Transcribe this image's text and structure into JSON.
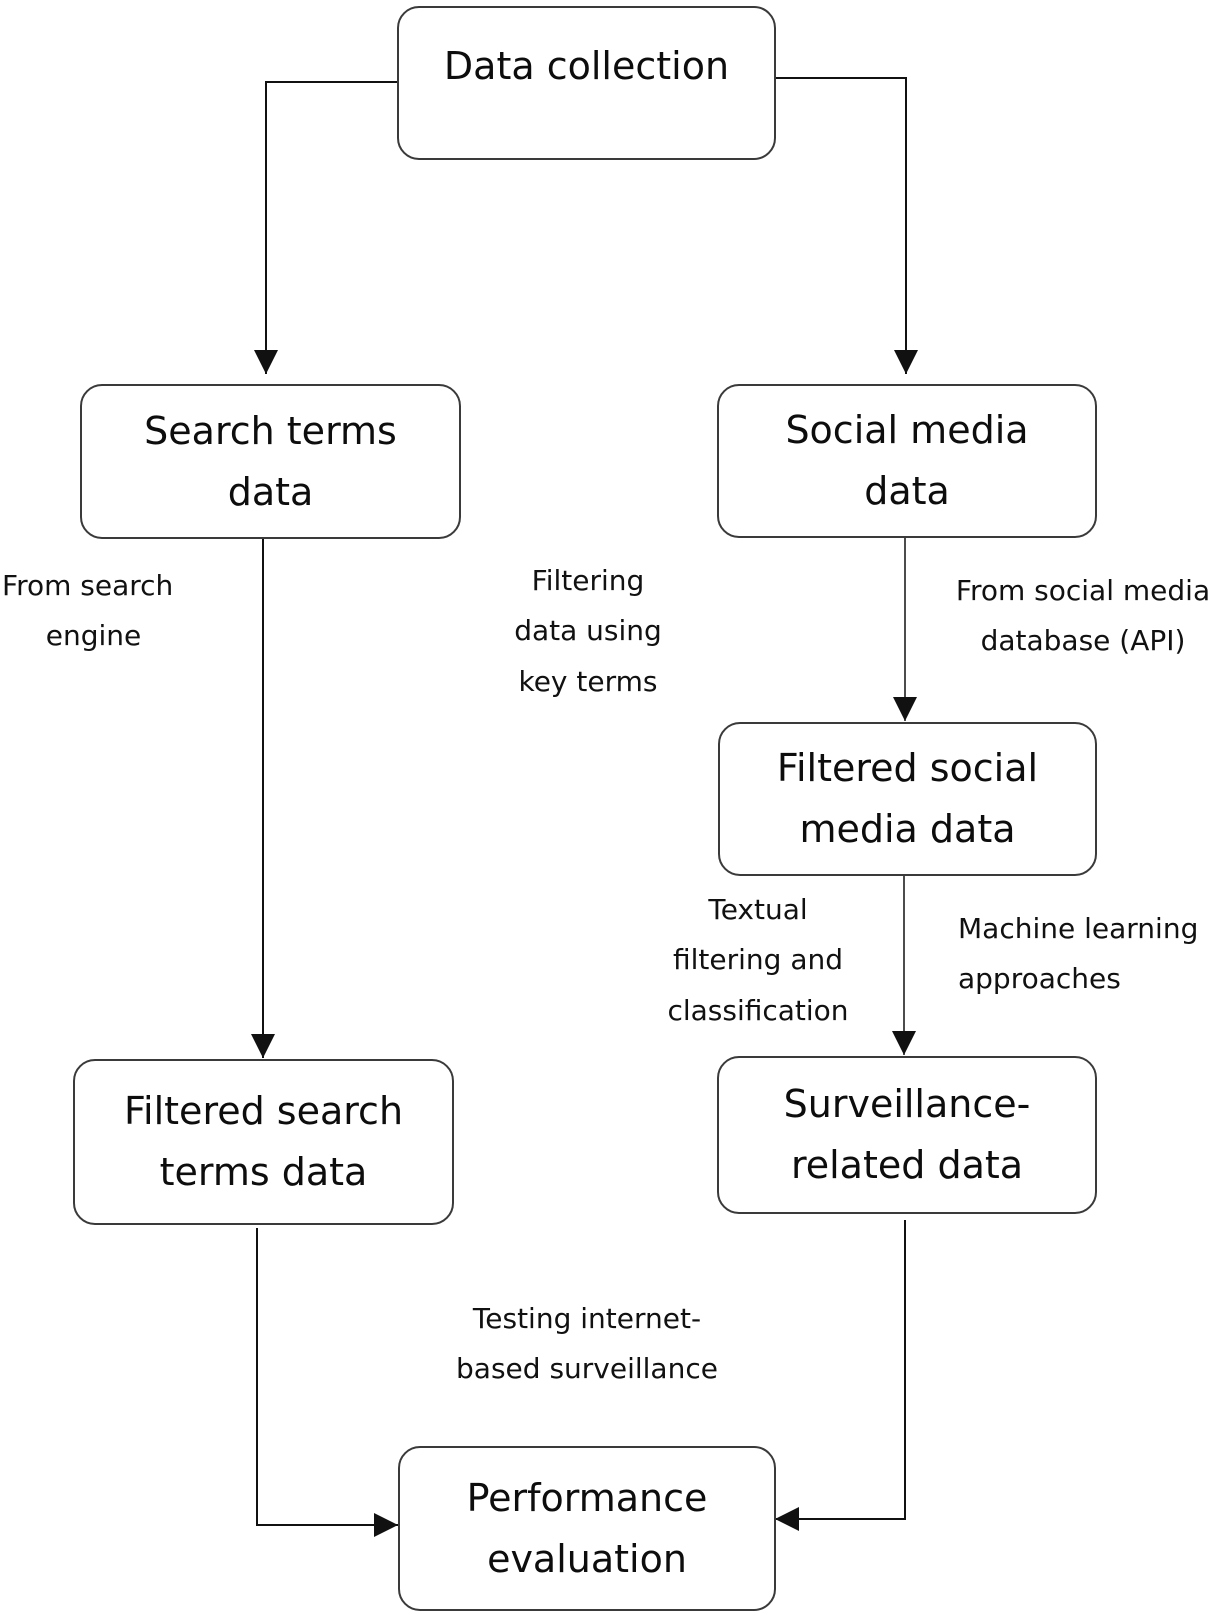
{
  "nodes": {
    "data_collection": {
      "lines": [
        "Data collection"
      ]
    },
    "search_terms": {
      "lines": [
        "Search terms",
        "data"
      ]
    },
    "social_media": {
      "lines": [
        "Social media",
        "data"
      ]
    },
    "filtered_social": {
      "lines": [
        "Filtered social",
        "media data"
      ]
    },
    "surveillance": {
      "lines": [
        "Surveillance-",
        "related data"
      ]
    },
    "filtered_search": {
      "lines": [
        "Filtered search",
        "terms data"
      ]
    },
    "performance": {
      "lines": [
        "Performance",
        "evaluation"
      ]
    }
  },
  "labels": {
    "from_search_engine": {
      "lines": [
        "From search",
        "engine"
      ]
    },
    "filtering_key_terms": {
      "lines": [
        "Filtering",
        "data using",
        "key terms"
      ]
    },
    "from_social_api": {
      "lines": [
        "From social media",
        "database (API)"
      ]
    },
    "textual_filtering": {
      "lines": [
        "Textual",
        "filtering and",
        "classification"
      ]
    },
    "machine_learning": {
      "lines": [
        "Machine learning",
        "approaches"
      ]
    },
    "testing_surveillance": {
      "lines": [
        "Testing internet-",
        "based surveillance"
      ]
    }
  }
}
